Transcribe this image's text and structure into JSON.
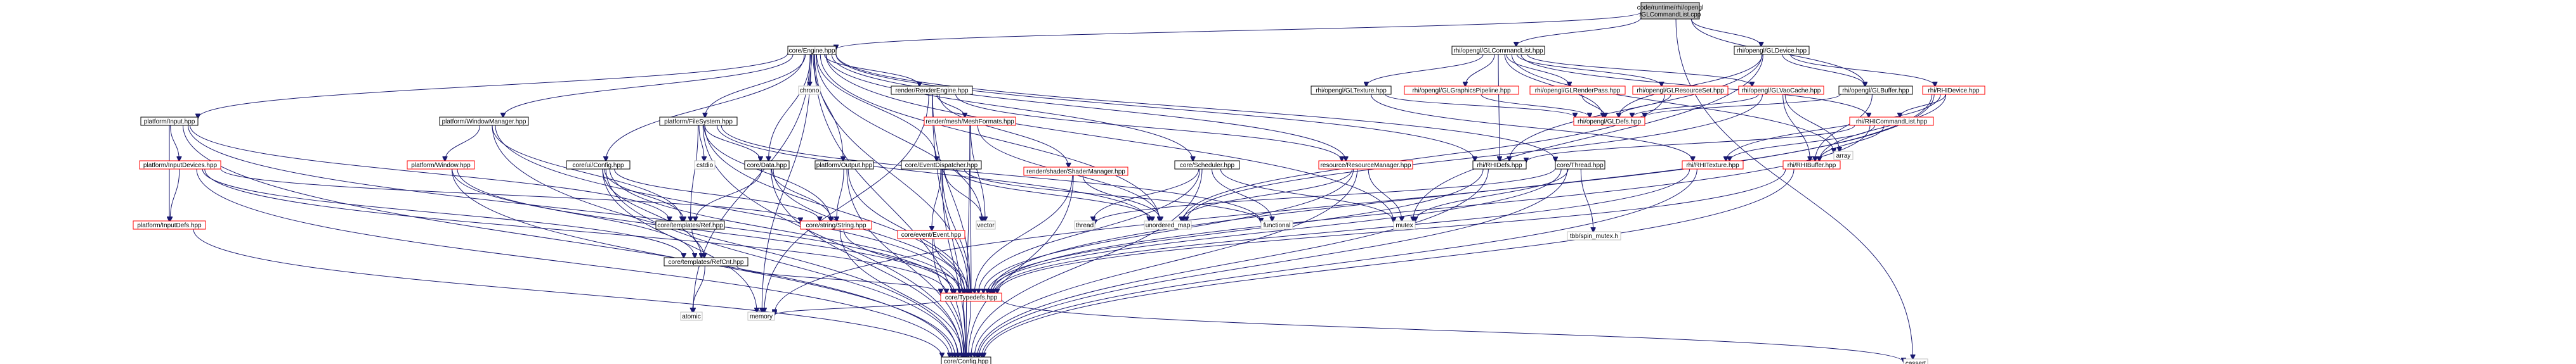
{
  "colors": {
    "root_fill": "#bfbfbf",
    "root_stroke": "#000000",
    "node_fill": "#ffffff",
    "linked_stroke": "#000000",
    "missing_stroke": "#ff0000",
    "system_stroke": "#bfbfbf",
    "system_text": "#000000",
    "edge": "#191970"
  },
  "nodes": [
    {
      "id": "root",
      "label": "code/runtime/rhi/opengl\n/GLCommandList.cpp",
      "kind": "root"
    },
    {
      "id": "engine",
      "label": "core/Engine.hpp",
      "kind": "linked"
    },
    {
      "id": "glcmdlist_h",
      "label": "rhi/opengl/GLCommandList.hpp",
      "kind": "linked"
    },
    {
      "id": "gldevice",
      "label": "rhi/opengl/GLDevice.hpp",
      "kind": "linked"
    },
    {
      "id": "cassert",
      "label": "cassert",
      "kind": "system"
    },
    {
      "id": "chrono",
      "label": "chrono",
      "kind": "system"
    },
    {
      "id": "renderengine",
      "label": "render/RenderEngine.hpp",
      "kind": "linked"
    },
    {
      "id": "gltexture",
      "label": "rhi/opengl/GLTexture.hpp",
      "kind": "linked"
    },
    {
      "id": "glgfxpipeline",
      "label": "rhi/opengl/GLGraphicsPipeline.hpp",
      "kind": "missing"
    },
    {
      "id": "glrenderpass",
      "label": "rhi/opengl/GLRenderPass.hpp",
      "kind": "missing"
    },
    {
      "id": "glresourceset",
      "label": "rhi/opengl/GLResourceSet.hpp",
      "kind": "missing"
    },
    {
      "id": "glvaocache",
      "label": "rhi/opengl/GLVaoCache.hpp",
      "kind": "missing"
    },
    {
      "id": "glbuffer",
      "label": "rhi/opengl/GLBuffer.hpp",
      "kind": "linked"
    },
    {
      "id": "rhidevice",
      "label": "rhi/RHIDevice.hpp",
      "kind": "missing"
    },
    {
      "id": "platinput",
      "label": "platform/Input.hpp",
      "kind": "linked"
    },
    {
      "id": "winmanager",
      "label": "platform/WindowManager.hpp",
      "kind": "linked"
    },
    {
      "id": "filesystem",
      "label": "platform/FileSystem.hpp",
      "kind": "linked"
    },
    {
      "id": "meshformats",
      "label": "render/mesh/MeshFormats.hpp",
      "kind": "missing"
    },
    {
      "id": "gldefs",
      "label": "rhi/opengl/GLDefs.hpp",
      "kind": "missing"
    },
    {
      "id": "array",
      "label": "array",
      "kind": "system"
    },
    {
      "id": "rhicmdlist",
      "label": "rhi/RHICommandList.hpp",
      "kind": "missing"
    },
    {
      "id": "inputdevices",
      "label": "platform/InputDevices.hpp",
      "kind": "missing"
    },
    {
      "id": "window",
      "label": "platform/Window.hpp",
      "kind": "missing"
    },
    {
      "id": "coreconfig_ui",
      "label": "core/ui/Config.hpp",
      "kind": "linked"
    },
    {
      "id": "coredata",
      "label": "core/Data.hpp",
      "kind": "linked"
    },
    {
      "id": "platoutput",
      "label": "platform/Output.hpp",
      "kind": "linked"
    },
    {
      "id": "eventdispatcher",
      "label": "core/EventDispatcher.hpp",
      "kind": "linked"
    },
    {
      "id": "shadermanager",
      "label": "render/shader/ShaderManager.hpp",
      "kind": "missing"
    },
    {
      "id": "scheduler",
      "label": "core/Scheduler.hpp",
      "kind": "linked"
    },
    {
      "id": "resmanager",
      "label": "resource/ResourceManager.hpp",
      "kind": "missing"
    },
    {
      "id": "rhidefs",
      "label": "rhi/RHIDefs.hpp",
      "kind": "linked"
    },
    {
      "id": "corethread",
      "label": "core/Thread.hpp",
      "kind": "linked"
    },
    {
      "id": "rhitexture",
      "label": "rhi/RHITexture.hpp",
      "kind": "missing"
    },
    {
      "id": "rhibuffer",
      "label": "rhi/RHIBuffer.hpp",
      "kind": "missing"
    },
    {
      "id": "inputdefs",
      "label": "platform/InputDefs.hpp",
      "kind": "missing"
    },
    {
      "id": "cstdio",
      "label": "cstdio",
      "kind": "system"
    },
    {
      "id": "tplref",
      "label": "core/templates/Ref.hpp",
      "kind": "linked"
    },
    {
      "id": "corestring",
      "label": "core/string/String.hpp",
      "kind": "missing"
    },
    {
      "id": "vector",
      "label": "vector",
      "kind": "system"
    },
    {
      "id": "thread",
      "label": "thread",
      "kind": "system"
    },
    {
      "id": "event",
      "label": "core/event/Event.hpp",
      "kind": "missing"
    },
    {
      "id": "unordered_map",
      "label": "unordered_map",
      "kind": "system"
    },
    {
      "id": "functional",
      "label": "functional",
      "kind": "system"
    },
    {
      "id": "mutex",
      "label": "mutex",
      "kind": "system"
    },
    {
      "id": "tbb",
      "label": "tbb/spin_mutex.h",
      "kind": "system"
    },
    {
      "id": "tplrefcnt",
      "label": "core/templates/RefCnt.hpp",
      "kind": "linked"
    },
    {
      "id": "typedefs",
      "label": "core/Typedefs.hpp",
      "kind": "missing"
    },
    {
      "id": "atomic",
      "label": "atomic",
      "kind": "system"
    },
    {
      "id": "memory",
      "label": "memory",
      "kind": "system"
    },
    {
      "id": "coreconfig",
      "label": "core/Config.hpp",
      "kind": "linked"
    }
  ],
  "edges": [
    [
      "root",
      "engine"
    ],
    [
      "root",
      "glcmdlist_h"
    ],
    [
      "root",
      "gldevice"
    ],
    [
      "root",
      "glbuffer"
    ],
    [
      "root",
      "cassert"
    ],
    [
      "engine",
      "chrono"
    ],
    [
      "engine",
      "renderengine"
    ],
    [
      "engine",
      "platinput"
    ],
    [
      "engine",
      "winmanager"
    ],
    [
      "engine",
      "filesystem"
    ],
    [
      "engine",
      "coreconfig_ui"
    ],
    [
      "engine",
      "coredata"
    ],
    [
      "engine",
      "platoutput"
    ],
    [
      "engine",
      "eventdispatcher"
    ],
    [
      "engine",
      "scheduler"
    ],
    [
      "engine",
      "resmanager"
    ],
    [
      "engine",
      "rhidefs"
    ],
    [
      "engine",
      "corethread"
    ],
    [
      "engine",
      "typedefs"
    ],
    [
      "engine",
      "memory"
    ],
    [
      "engine",
      "atomic"
    ],
    [
      "engine",
      "vector"
    ],
    [
      "engine",
      "coreconfig"
    ],
    [
      "engine",
      "mutex"
    ],
    [
      "engine",
      "unordered_map"
    ],
    [
      "glcmdlist_h",
      "gltexture"
    ],
    [
      "glcmdlist_h",
      "glgfxpipeline"
    ],
    [
      "glcmdlist_h",
      "glrenderpass"
    ],
    [
      "glcmdlist_h",
      "glresourceset"
    ],
    [
      "glcmdlist_h",
      "glvaocache"
    ],
    [
      "glcmdlist_h",
      "gldefs"
    ],
    [
      "glcmdlist_h",
      "rhicmdlist"
    ],
    [
      "glcmdlist_h",
      "rhidefs"
    ],
    [
      "glcmdlist_h",
      "array"
    ],
    [
      "gldevice",
      "glbuffer"
    ],
    [
      "gldevice",
      "rhidevice"
    ],
    [
      "gldevice",
      "gldefs"
    ],
    [
      "gldevice",
      "rhidefs"
    ],
    [
      "gldevice",
      "mutex"
    ],
    [
      "gltexture",
      "gldefs"
    ],
    [
      "gltexture",
      "rhitexture"
    ],
    [
      "glgfxpipeline",
      "gldefs"
    ],
    [
      "glrenderpass",
      "gldefs"
    ],
    [
      "glresourceset",
      "gldefs"
    ],
    [
      "glresourceset",
      "unordered_map"
    ],
    [
      "glvaocache",
      "gldefs"
    ],
    [
      "glvaocache",
      "rhibuffer"
    ],
    [
      "glvaocache",
      "unordered_map"
    ],
    [
      "glvaocache",
      "array"
    ],
    [
      "glbuffer",
      "gldefs"
    ],
    [
      "glbuffer",
      "rhibuffer"
    ],
    [
      "rhidevice",
      "rhicmdlist"
    ],
    [
      "rhidevice",
      "rhibuffer"
    ],
    [
      "rhidevice",
      "rhitexture"
    ],
    [
      "rhidevice",
      "typedefs"
    ],
    [
      "rhidevice",
      "memory"
    ],
    [
      "rhicmdlist",
      "rhidefs"
    ],
    [
      "rhicmdlist",
      "rhibuffer"
    ],
    [
      "rhicmdlist",
      "rhitexture"
    ],
    [
      "rhicmdlist",
      "typedefs"
    ],
    [
      "renderengine",
      "meshformats"
    ],
    [
      "renderengine",
      "shadermanager"
    ],
    [
      "renderengine",
      "resmanager"
    ],
    [
      "renderengine",
      "typedefs"
    ],
    [
      "renderengine",
      "coreconfig"
    ],
    [
      "renderengine",
      "memory"
    ],
    [
      "meshformats",
      "typedefs"
    ],
    [
      "meshformats",
      "unordered_map"
    ],
    [
      "meshformats",
      "vector"
    ],
    [
      "meshformats",
      "coreconfig"
    ],
    [
      "platinput",
      "inputdevices"
    ],
    [
      "platinput",
      "inputdefs"
    ],
    [
      "platinput",
      "tplref"
    ],
    [
      "platinput",
      "typedefs"
    ],
    [
      "platinput",
      "coreconfig"
    ],
    [
      "inputdevices",
      "inputdefs"
    ],
    [
      "inputdevices",
      "tplrefcnt"
    ],
    [
      "inputdevices",
      "typedefs"
    ],
    [
      "inputdevices",
      "coreconfig"
    ],
    [
      "inputdevices",
      "corestring"
    ],
    [
      "inputdefs",
      "coreconfig"
    ],
    [
      "winmanager",
      "window"
    ],
    [
      "winmanager",
      "tplref"
    ],
    [
      "winmanager",
      "typedefs"
    ],
    [
      "winmanager",
      "coreconfig"
    ],
    [
      "window",
      "tplrefcnt"
    ],
    [
      "window",
      "typedefs"
    ],
    [
      "window",
      "coreconfig"
    ],
    [
      "filesystem",
      "cstdio"
    ],
    [
      "filesystem",
      "coredata"
    ],
    [
      "filesystem",
      "tplref"
    ],
    [
      "filesystem",
      "corestring"
    ],
    [
      "filesystem",
      "typedefs"
    ],
    [
      "filesystem",
      "coreconfig"
    ],
    [
      "filesystem",
      "unordered_map"
    ],
    [
      "filesystem",
      "functional"
    ],
    [
      "coreconfig_ui",
      "tplref"
    ],
    [
      "coreconfig_ui",
      "tplrefcnt"
    ],
    [
      "coreconfig_ui",
      "corestring"
    ],
    [
      "coreconfig_ui",
      "typedefs"
    ],
    [
      "coreconfig_ui",
      "coreconfig"
    ],
    [
      "coreconfig_ui",
      "memory"
    ],
    [
      "coredata",
      "tplref"
    ],
    [
      "coredata",
      "corestring"
    ],
    [
      "coredata",
      "typedefs"
    ],
    [
      "coredata",
      "coreconfig"
    ],
    [
      "platoutput",
      "corestring"
    ],
    [
      "platoutput",
      "typedefs"
    ],
    [
      "platoutput",
      "coreconfig"
    ],
    [
      "eventdispatcher",
      "event"
    ],
    [
      "eventdispatcher",
      "vector"
    ],
    [
      "eventdispatcher",
      "functional"
    ],
    [
      "eventdispatcher",
      "unordered_map"
    ],
    [
      "eventdispatcher",
      "typedefs"
    ],
    [
      "eventdispatcher",
      "coreconfig"
    ],
    [
      "event",
      "typedefs"
    ],
    [
      "event",
      "coreconfig"
    ],
    [
      "shadermanager",
      "typedefs"
    ],
    [
      "shadermanager",
      "unordered_map"
    ],
    [
      "shadermanager",
      "coreconfig"
    ],
    [
      "scheduler",
      "thread"
    ],
    [
      "scheduler",
      "functional"
    ],
    [
      "scheduler",
      "mutex"
    ],
    [
      "scheduler",
      "typedefs"
    ],
    [
      "scheduler",
      "coreconfig"
    ],
    [
      "resmanager",
      "unordered_map"
    ],
    [
      "resmanager",
      "typedefs"
    ],
    [
      "resmanager",
      "coreconfig"
    ],
    [
      "resmanager",
      "mutex"
    ],
    [
      "rhidefs",
      "typedefs"
    ],
    [
      "rhidefs",
      "coreconfig"
    ],
    [
      "corethread",
      "thread"
    ],
    [
      "corethread",
      "tbb"
    ],
    [
      "corethread",
      "mutex"
    ],
    [
      "corethread",
      "typedefs"
    ],
    [
      "corethread",
      "coreconfig"
    ],
    [
      "rhitexture",
      "typedefs"
    ],
    [
      "rhitexture",
      "coreconfig"
    ],
    [
      "rhibuffer",
      "typedefs"
    ],
    [
      "rhibuffer",
      "coreconfig"
    ],
    [
      "tplref",
      "tplrefcnt"
    ],
    [
      "corestring",
      "typedefs"
    ],
    [
      "corestring",
      "coreconfig"
    ],
    [
      "tplrefcnt",
      "atomic"
    ],
    [
      "tplrefcnt",
      "typedefs"
    ],
    [
      "typedefs",
      "coreconfig"
    ],
    [
      "typedefs",
      "memory"
    ],
    [
      "typedefs",
      "cassert"
    ]
  ]
}
